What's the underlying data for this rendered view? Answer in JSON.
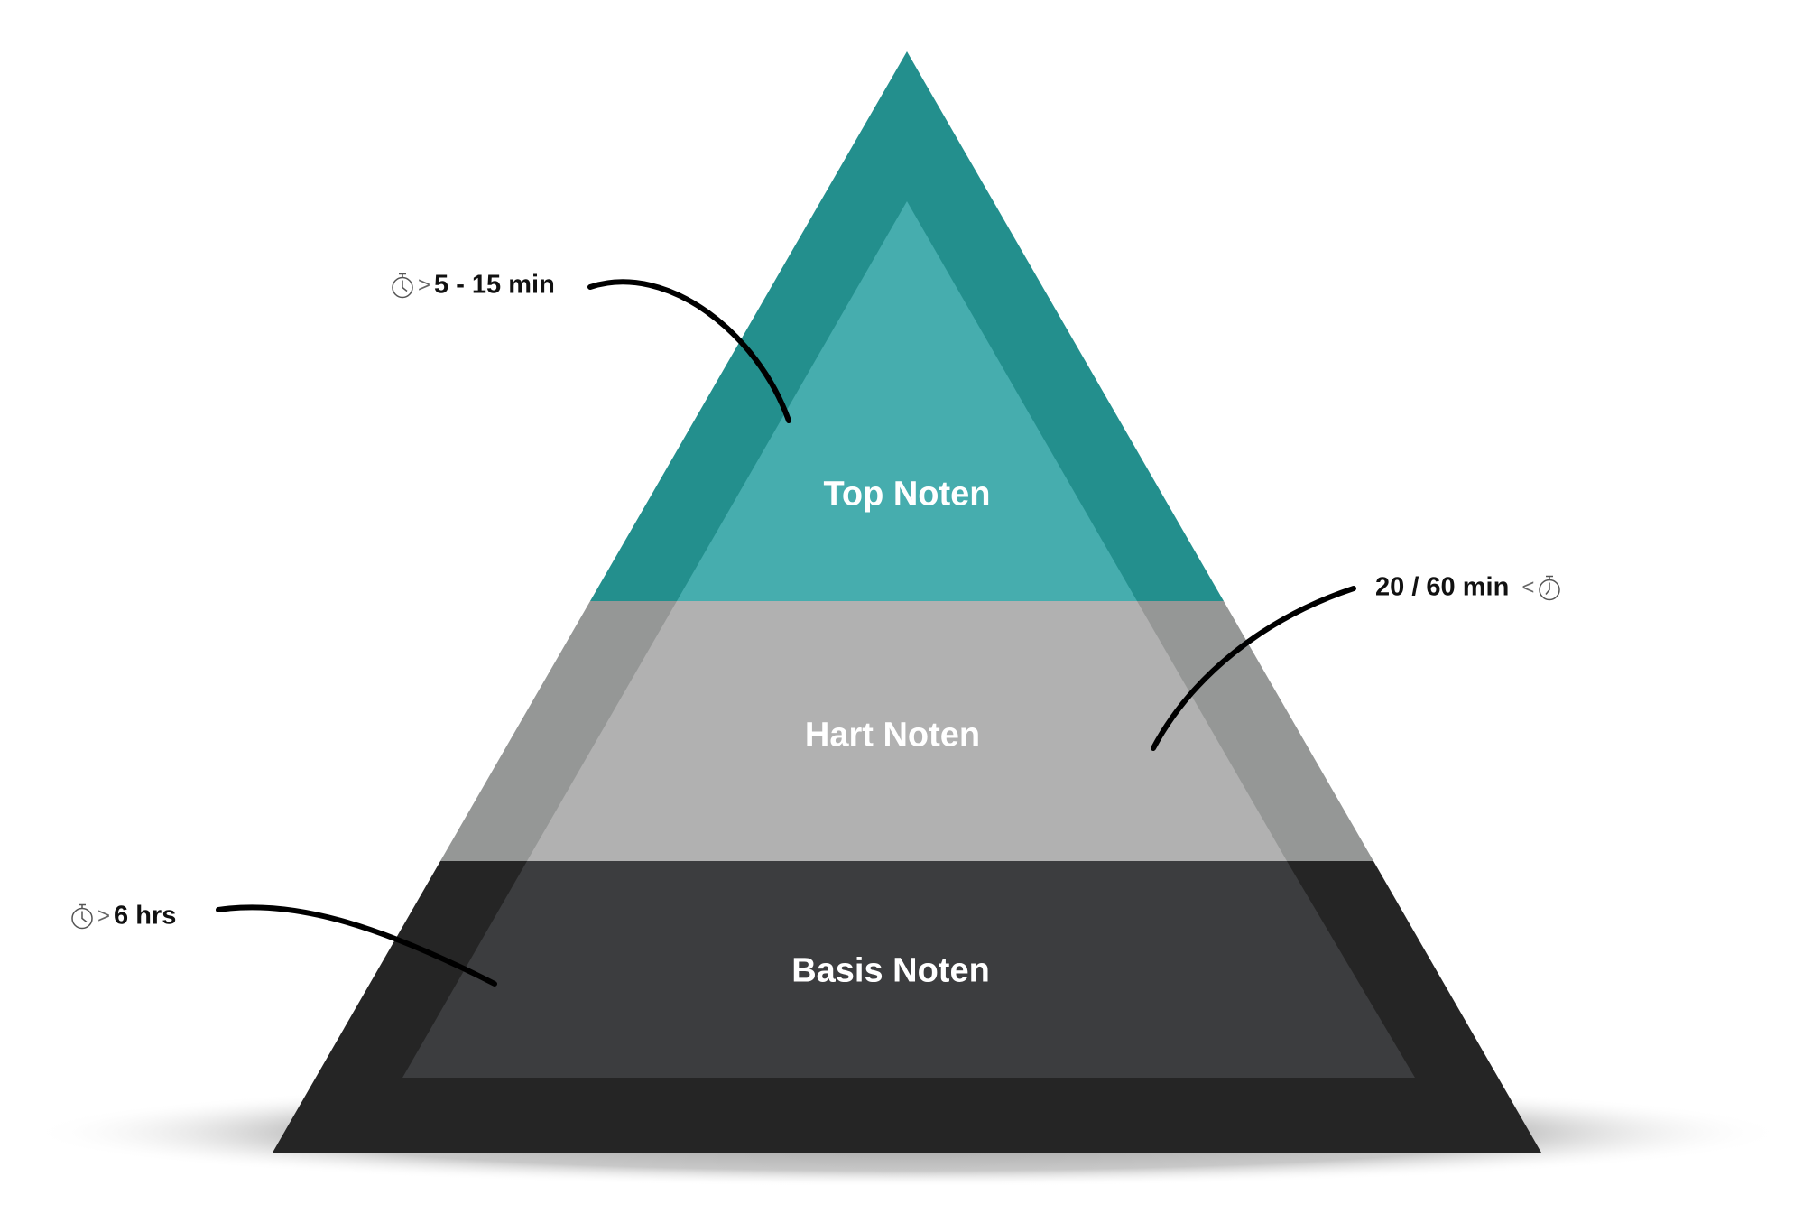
{
  "layers": [
    {
      "label": "Top Noten",
      "outer_color": "#238F8D",
      "inner_color": "#46ADAE"
    },
    {
      "label": "Hart Noten",
      "outer_color": "#959796",
      "inner_color": "#B1B1B1"
    },
    {
      "label": "Basis Noten",
      "outer_color": "#252525",
      "inner_color": "#3C3D3F"
    }
  ],
  "callouts": {
    "top": {
      "text": "5 - 15 min",
      "symbol": ">",
      "icon": "stopwatch-icon"
    },
    "heart": {
      "text": "20 / 60 min",
      "symbol": "<",
      "icon": "stopwatch-icon"
    },
    "base": {
      "text": "6 hrs",
      "symbol": ">",
      "icon": "stopwatch-icon"
    }
  }
}
